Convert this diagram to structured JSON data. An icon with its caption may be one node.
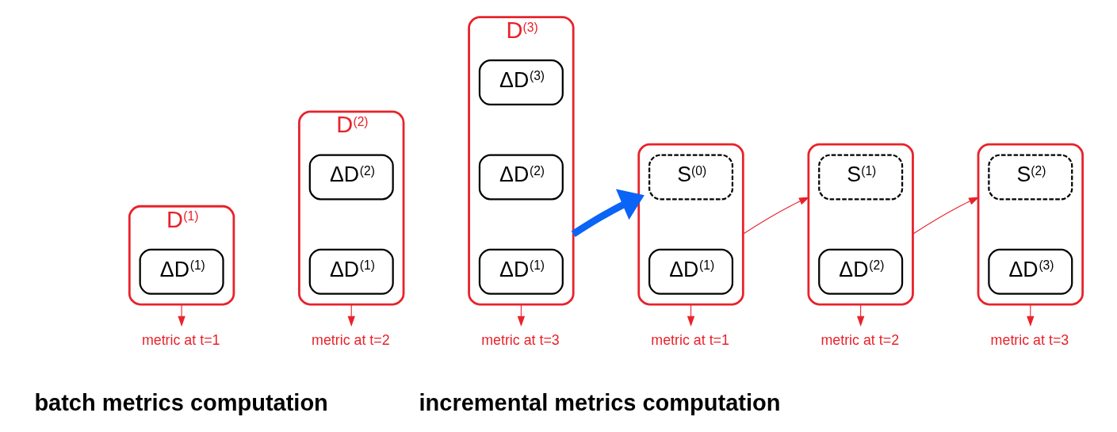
{
  "diagram": {
    "nodes": [
      {
        "text": [
          "D$^{(1)}$"
        ]
      },
      {
        "text": [
          "ΔD$^{(1)}$"
        ],
        "in": 0
      },
      {
        "text": [
          "D$^{(2)}$"
        ]
      },
      {
        "text": [
          "ΔD$^{(2)}$"
        ],
        "in": 2
      },
      {
        "text": [
          "ΔD$^{(1)}$"
        ],
        "in": 2
      },
      {
        "text": [
          "D$^{(3)}$"
        ]
      },
      {
        "text": [
          "ΔD$^{(3)}$"
        ],
        "in": 5
      },
      {
        "text": [
          "ΔD$^{(2)}$"
        ],
        "in": 5
      },
      {
        "text": [
          "ΔD$^{(1)}$"
        ],
        "in": 5
      },
      {
        "text": [
          "metric at t=1"
        ]
      },
      {
        "text": [
          "metric at t=2"
        ]
      },
      {
        "text": [
          "metric at t=3"
        ]
      },
      {
        "text": [],
        "shape": "box"
      },
      {
        "text": [
          "S$^{(0)}$"
        ],
        "in": 12
      },
      {
        "text": [
          "ΔD$^{(1)}$"
        ],
        "in": 12
      },
      {
        "text": [],
        "shape": "box"
      },
      {
        "text": [
          "S$^{(1)}$"
        ],
        "in": 15
      },
      {
        "text": [
          "ΔD$^{(2)}$"
        ],
        "in": 15
      },
      {
        "text": [],
        "shape": "box"
      },
      {
        "text": [
          "S$^{(2)}$"
        ],
        "in": 18
      },
      {
        "text": [
          "ΔD$^{(3)}$"
        ],
        "in": 18
      },
      {
        "text": [
          "metric at t=1"
        ]
      },
      {
        "text": [
          "metric at t=2"
        ]
      },
      {
        "text": [
          "metric at t=3"
        ]
      }
    ],
    "edges": [
      {
        "from": 0,
        "to": 9,
        "arrow": "to"
      },
      {
        "from": 2,
        "to": 10,
        "arrow": "to"
      },
      {
        "from": 5,
        "to": 11,
        "arrow": "to"
      },
      {
        "from": 5,
        "to": 12,
        "arrow": "to",
        "style": "thick",
        "color": "#0a64f5"
      },
      {
        "from": 12,
        "to": 15,
        "arrow": "to"
      },
      {
        "from": 15,
        "to": 18,
        "arrow": "to"
      },
      {
        "from": 12,
        "to": 21,
        "arrow": "to"
      },
      {
        "from": 15,
        "to": 22,
        "arrow": "to"
      },
      {
        "from": 18,
        "to": 23,
        "arrow": "to"
      }
    ],
    "labels": [
      "batch metrics computation",
      "incremental metrics computation"
    ]
  }
}
